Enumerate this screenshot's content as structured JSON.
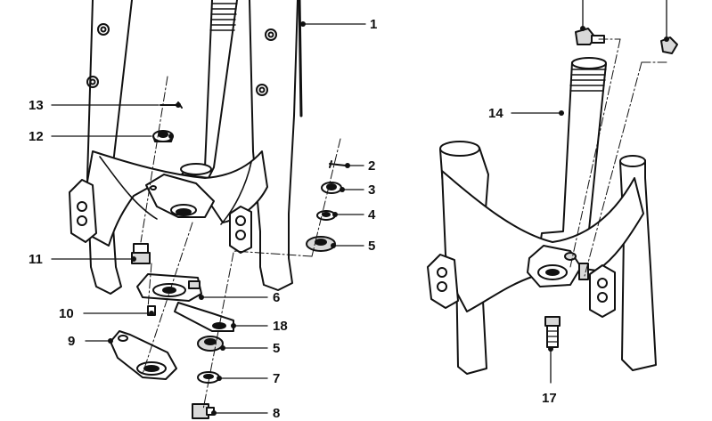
{
  "diagram": {
    "colors": {
      "ink": "#111111",
      "paper": "#ffffff",
      "shade": "#d9d9d9"
    },
    "callouts": [
      {
        "id": "c1",
        "label": "1"
      },
      {
        "id": "c13",
        "label": "13"
      },
      {
        "id": "c12",
        "label": "12"
      },
      {
        "id": "c2",
        "label": "2"
      },
      {
        "id": "c3",
        "label": "3"
      },
      {
        "id": "c4",
        "label": "4"
      },
      {
        "id": "c5a",
        "label": "5"
      },
      {
        "id": "c11",
        "label": "11"
      },
      {
        "id": "c6",
        "label": "6"
      },
      {
        "id": "c10",
        "label": "10"
      },
      {
        "id": "c18",
        "label": "18"
      },
      {
        "id": "c9",
        "label": "9"
      },
      {
        "id": "c5b",
        "label": "5"
      },
      {
        "id": "c7",
        "label": "7"
      },
      {
        "id": "c8",
        "label": "8"
      },
      {
        "id": "c14",
        "label": "14"
      },
      {
        "id": "c17",
        "label": "17"
      }
    ]
  }
}
